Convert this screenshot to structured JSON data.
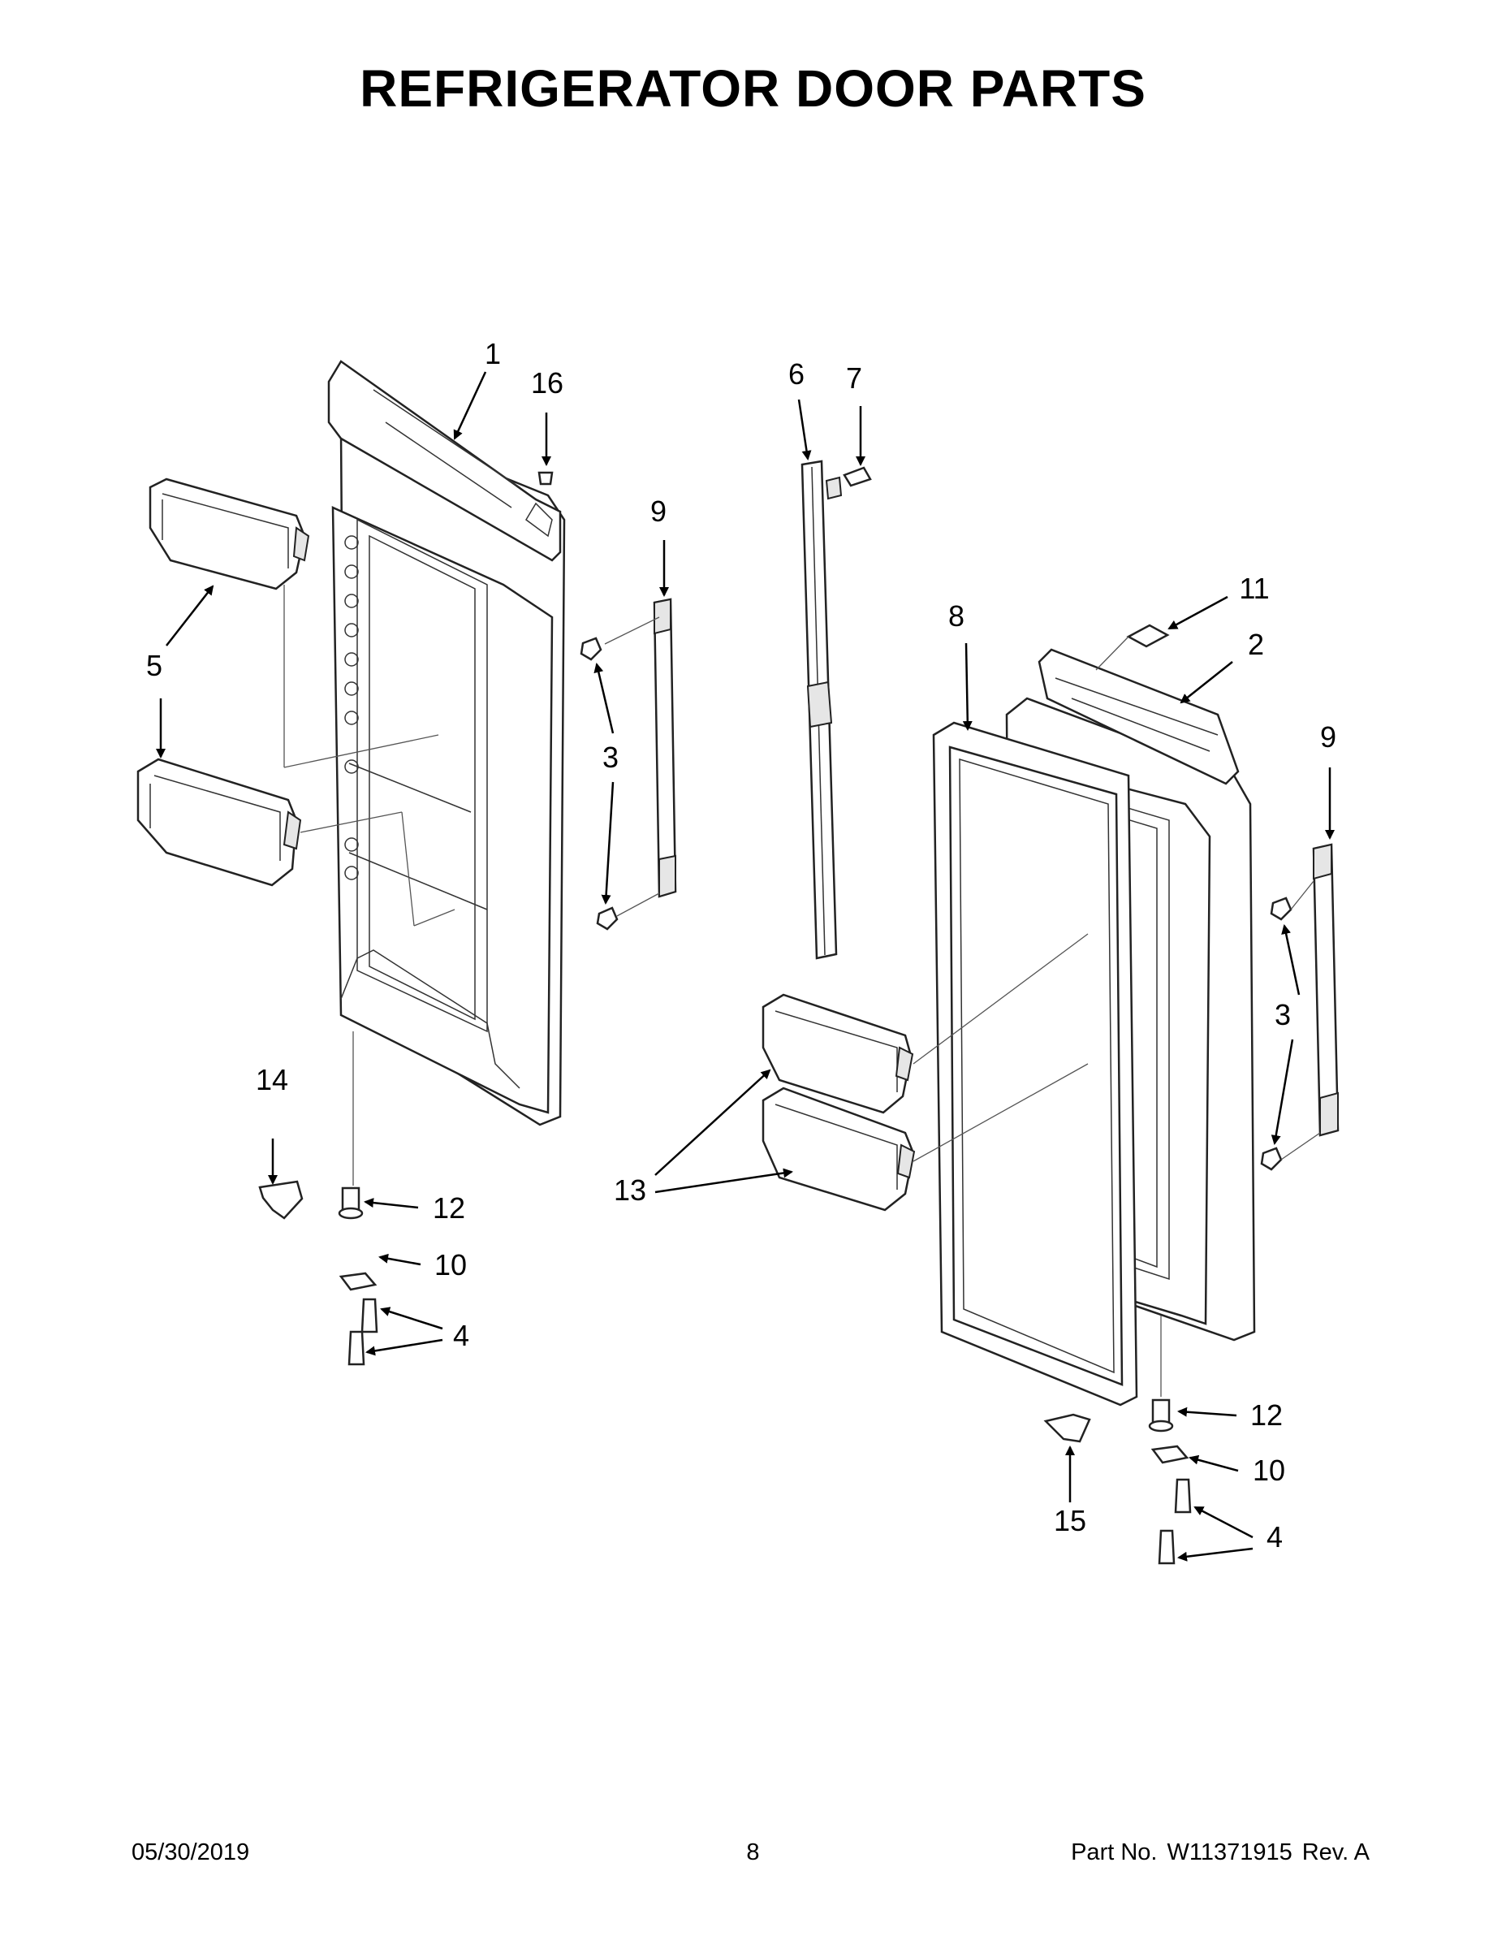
{
  "title": "REFRIGERATOR DOOR PARTS",
  "callouts": {
    "c1": "1",
    "c2": "2",
    "c3a": "3",
    "c3b": "3",
    "c4a": "4",
    "c4b": "4",
    "c5": "5",
    "c6": "6",
    "c7": "7",
    "c8": "8",
    "c9a": "9",
    "c9b": "9",
    "c10a": "10",
    "c10b": "10",
    "c11": "11",
    "c12a": "12",
    "c12b": "12",
    "c13": "13",
    "c14": "14",
    "c15": "15",
    "c16": "16"
  },
  "footer": {
    "date": "05/30/2019",
    "page": "8",
    "part_label": "Part No.",
    "part_number": "W11371915",
    "revision": "Rev. A"
  }
}
